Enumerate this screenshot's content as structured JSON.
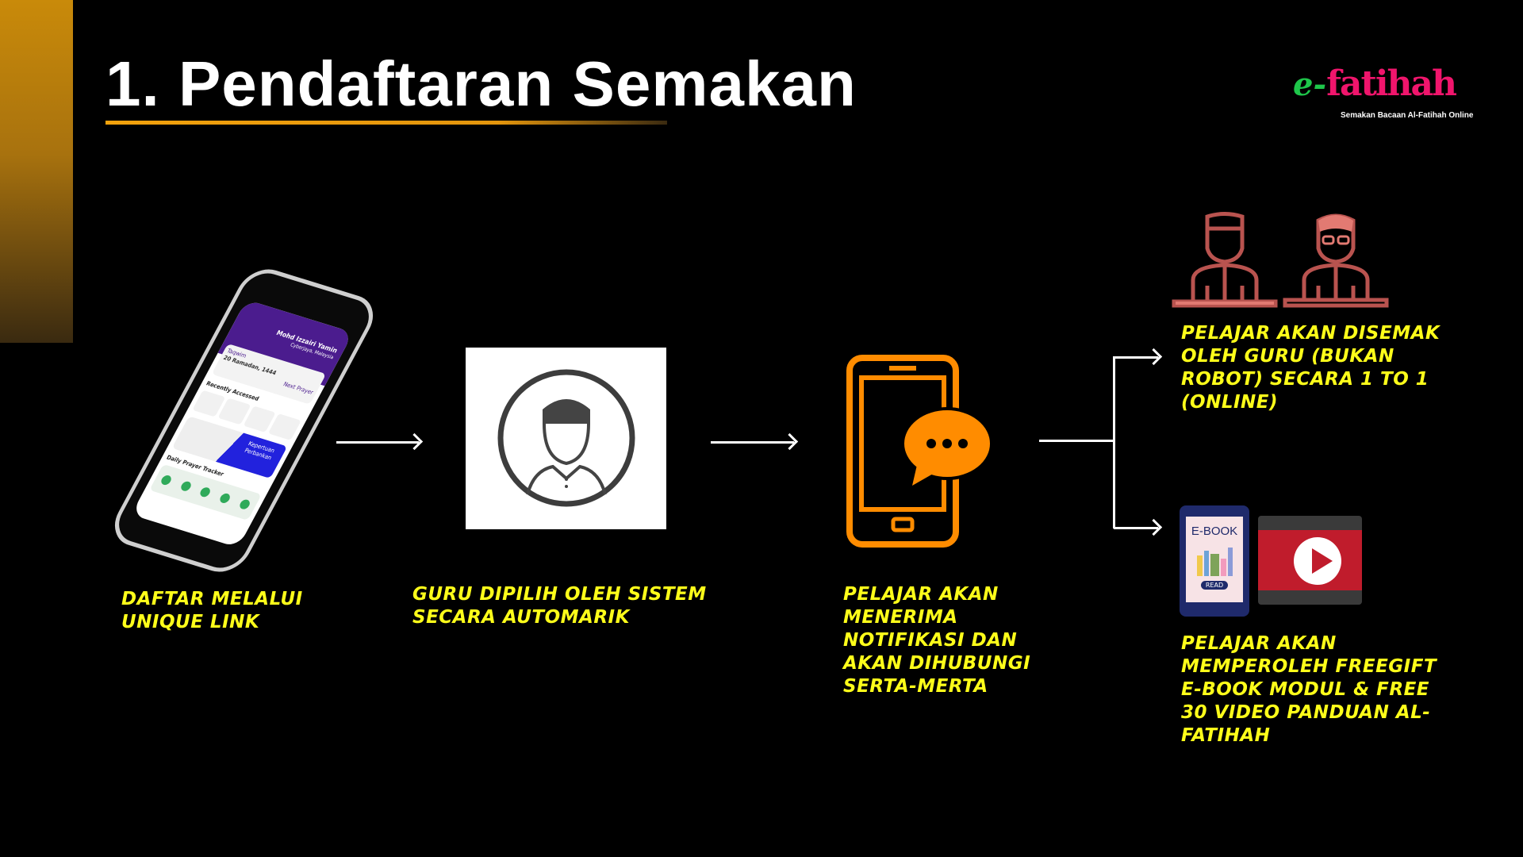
{
  "header": {
    "title": "1. Pendaftaran Semakan"
  },
  "logo": {
    "prefix": "e-",
    "name": "fatihah",
    "tagline": "Semakan Bacaan Al-Fatihah Online"
  },
  "phone_app": {
    "user": "Mohd Izzairi Yamin",
    "location": "Cyberjaya, Malaysia",
    "card_label": "Taqwim",
    "hijri_date": "20 Ramadan, 1444",
    "next_prayer": "Next Prayer",
    "recent": "Recently Accessed",
    "banner": "Kepertuan Perbankan",
    "tracker": "Daily Prayer Tracker"
  },
  "steps": [
    {
      "text": "DAFTAR MELALUI UNIQUE LINK"
    },
    {
      "text": "GURU DIPILIH OLEH SISTEM SECARA AUTOMARIK"
    },
    {
      "text": "PELAJAR AKAN MENERIMA NOTIFIKASI DAN AKAN DIHUBUNGI SERTA-MERTA"
    },
    {
      "text": "PELAJAR AKAN DISEMAK OLEH GURU (BUKAN ROBOT) SECARA 1 TO 1 (ONLINE)"
    },
    {
      "text": "PELAJAR AKAN MEMPEROLEH FREEGIFT E-BOOK MODUL & FREE 30 VIDEO PANDUAN AL-FATIHAH"
    }
  ],
  "ebook": {
    "label": "E-BOOK",
    "button": "READ"
  },
  "colors": {
    "accent": "#f2a20c",
    "step_text": "#ffff1a",
    "icon_orange": "#ff8c00",
    "teacher_icon": "#c0504d",
    "logo_pink": "#f0156c",
    "logo_green": "#1ec64a"
  }
}
